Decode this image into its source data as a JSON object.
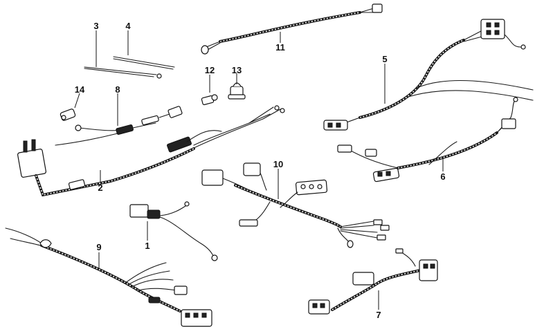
{
  "callouts": {
    "p1": "1",
    "p2": "2",
    "p3": "3",
    "p4": "4",
    "p5": "5",
    "p6": "6",
    "p7": "7",
    "p8": "8",
    "p9": "9",
    "p10": "10",
    "p11": "11",
    "p12": "12",
    "p13": "13",
    "p14": "14"
  },
  "colors": {
    "line": "#1a1a1a",
    "background": "#ffffff"
  }
}
